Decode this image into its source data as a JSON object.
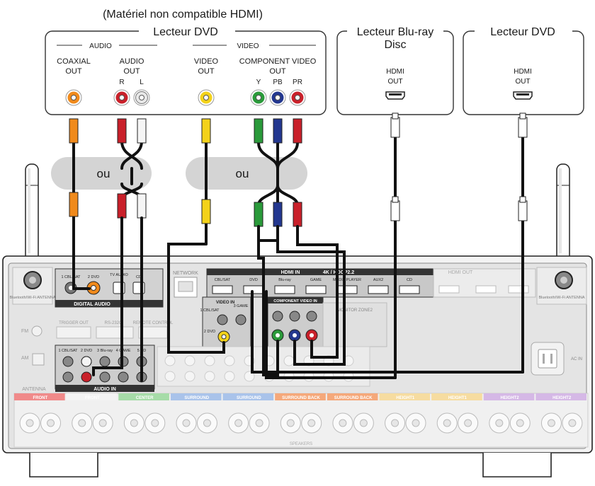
{
  "top_note": "(Matériel non compatible HDMI)",
  "dvd1": {
    "title": "Lecteur DVD",
    "audio_group": "AUDIO",
    "video_group": "VIDEO",
    "coaxial_l1": "COAXIAL",
    "coaxial_l2": "OUT",
    "audio_l1": "AUDIO",
    "audio_l2": "OUT",
    "r": "R",
    "l": "L",
    "video_l1": "VIDEO",
    "video_l2": "OUT",
    "comp_l1": "COMPONENT VIDEO",
    "comp_l2": "OUT",
    "y": "Y",
    "pb": "PB",
    "pr": "PR"
  },
  "bluray": {
    "title_l1": "Lecteur Blu-ray",
    "title_l2": "Disc",
    "hdmi_l1": "HDMI",
    "hdmi_l2": "OUT"
  },
  "dvd2": {
    "title": "Lecteur DVD",
    "hdmi_l1": "HDMI",
    "hdmi_l2": "OUT"
  },
  "ou_left": "ou",
  "ou_right": "ou",
  "receiver": {
    "hdmi_in": "HDMI IN",
    "hdcp": "4K / HDCP2.2",
    "hdmi_inputs": [
      "CBL/SAT",
      "DVD",
      "Blu-ray",
      "GAME",
      "MEDIA PLAYER",
      "AUX2",
      "CD"
    ],
    "hdmi_out": "HDMI OUT",
    "network": "NETWORK",
    "digital_audio": "DIGITAL AUDIO",
    "coaxial_in": "1 CBL/SAT",
    "coaxial_dvd": "2 DVD",
    "optical_tv": "TV AUDIO",
    "optical_cd": "CD",
    "video_in": "VIDEO IN",
    "video_cbl": "1 CBL/SAT",
    "video_game": "3 GAME",
    "video_dvd": "2 DVD",
    "component_in": "COMPONENT VIDEO IN",
    "monitor_zone": "MONITOR ZONE2",
    "audio_in": "AUDIO IN",
    "audio_inputs": [
      "1 CBL/SAT",
      "2 DVD",
      "3 Blu-ray",
      "4 GAME",
      "5 CD"
    ],
    "bt_left": "Bluetooth/Wi-Fi ANTENNA",
    "bt_right": "Bluetooth/Wi-Fi ANTENNA",
    "trigger": "TRIGGER OUT",
    "rs232": "RS-232C",
    "remote": "REMOTE CONTROL",
    "fm": "FM",
    "am": "AM",
    "antenna": "ANTENNA",
    "ac_in": "AC IN",
    "speakers": "SPEAKERS",
    "speaker_groups": [
      "FRONT",
      "FRONT",
      "CENTER",
      "SURROUND",
      "SURROUND",
      "SURROUND BACK",
      "SURROUND BACK",
      "HEIGHT1",
      "HEIGHT1",
      "HEIGHT2",
      "HEIGHT2"
    ]
  }
}
